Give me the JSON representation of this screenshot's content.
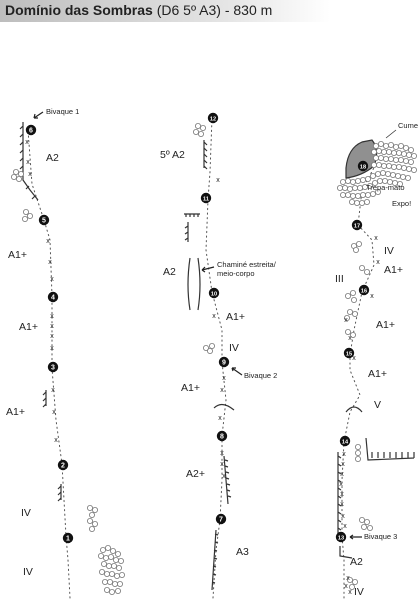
{
  "title": {
    "name": "Domínio das Sombras",
    "rest": "(D6 5º A3) - 830 m"
  },
  "stations": [
    "1",
    "2",
    "3",
    "4",
    "5",
    "6",
    "7",
    "8",
    "9",
    "10",
    "11",
    "12",
    "13",
    "14",
    "15",
    "16",
    "17",
    "18"
  ],
  "grades": {
    "g_a2_c1": "A2",
    "g_a1p_c1a": "A1+",
    "g_a1p_c1b": "A1+",
    "g_a1p_c1c": "A1+",
    "g_iv_c1a": "IV",
    "g_iv_c1b": "IV",
    "g_5a2_c2": "5º A2",
    "g_a2_c2": "A2",
    "g_a1p_c2a": "A1+",
    "g_iv_c2": "IV",
    "g_a1p_c2b": "A1+",
    "g_a2p_c2": "A2+",
    "g_a3_c2": "A3",
    "g_iv_c3a": "IV",
    "g_iii_c3": "III",
    "g_a1p_c3a": "A1+",
    "g_a1p_c3b": "A1+",
    "g_a1p_c3c": "A1+",
    "g_v_c3": "V",
    "g_a2_c3": "A2",
    "g_iv_c3b": "IV"
  },
  "notes": {
    "bivaque1": "Bivaque 1",
    "bivaque2": "Bivaque 2",
    "bivaque3": "Bivaque 3",
    "chamine1": "Chaminé estreita/",
    "chamine2": "meio-corpo",
    "cume": "Cume",
    "trepa": "Trepa-mato",
    "expo": "Expo!"
  }
}
